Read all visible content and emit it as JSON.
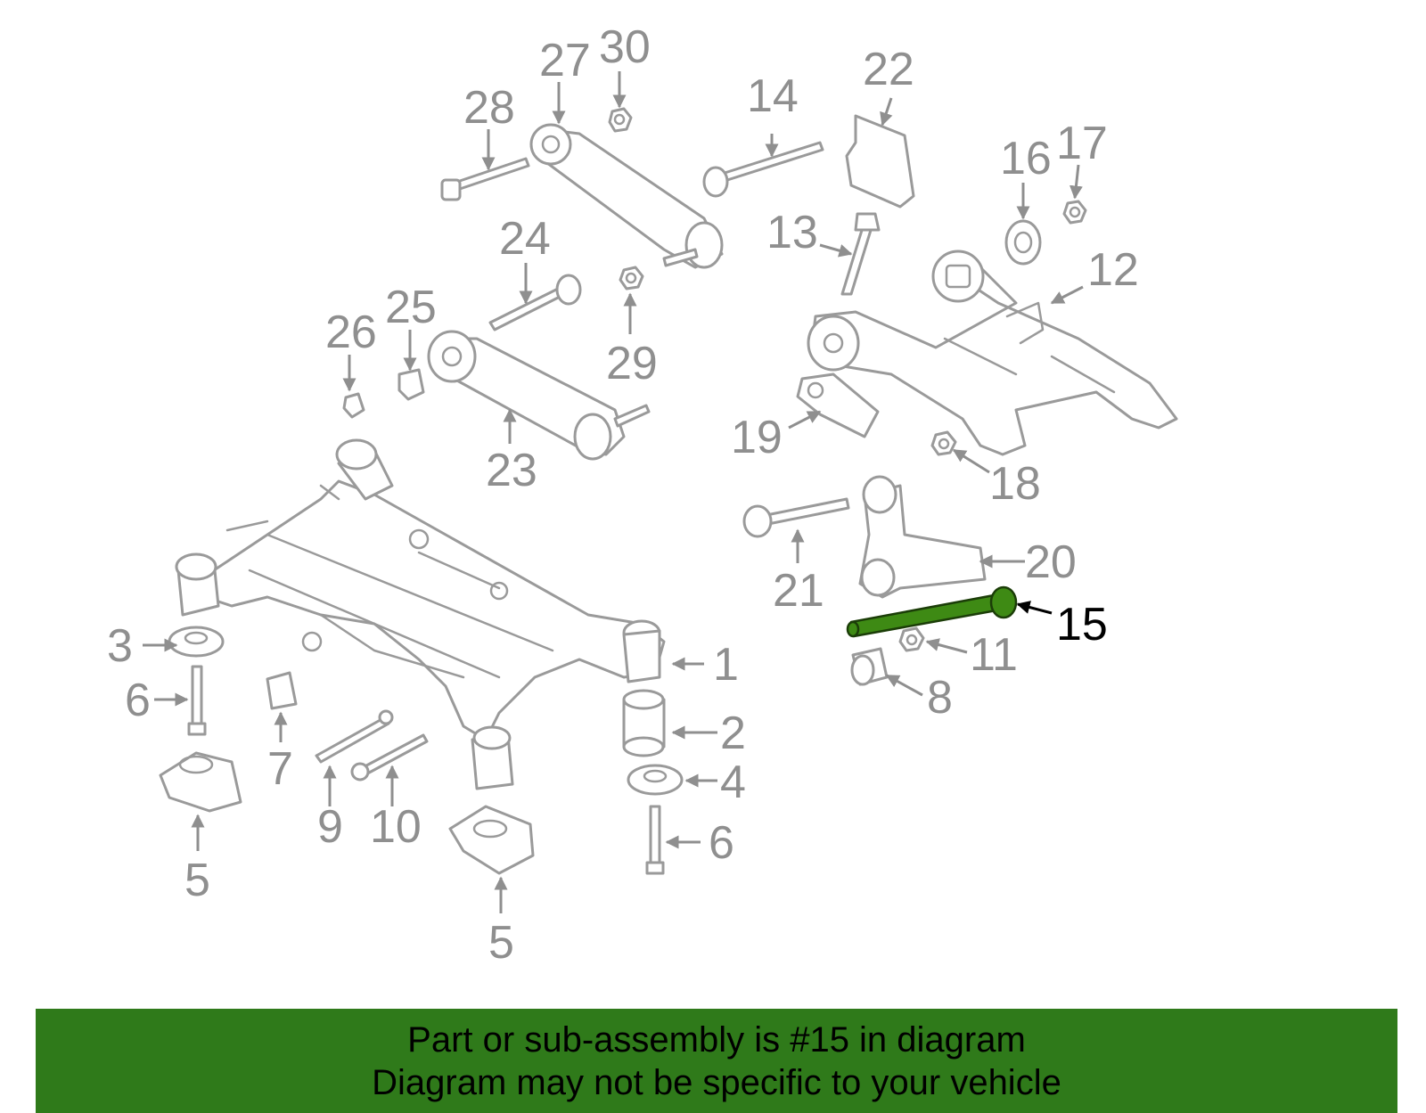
{
  "highlight_color": "#3e8a14",
  "footer_color": "#2f7a1a",
  "labels": {
    "p1": "1",
    "p2": "2",
    "p3": "3",
    "p4": "4",
    "p5a": "5",
    "p5b": "5",
    "p6a": "6",
    "p6b": "6",
    "p7": "7",
    "p8": "8",
    "p9": "9",
    "p10": "10",
    "p11": "11",
    "p12": "12",
    "p13": "13",
    "p14": "14",
    "p15": "15",
    "p16": "16",
    "p17": "17",
    "p18": "18",
    "p19": "19",
    "p20": "20",
    "p21": "21",
    "p22": "22",
    "p23": "23",
    "p24": "24",
    "p25": "25",
    "p26": "26",
    "p27": "27",
    "p28": "28",
    "p29": "29",
    "p30": "30"
  },
  "footer": {
    "line1": "Part or sub-assembly is #15 in diagram",
    "line2": "Diagram may not be specific to your vehicle"
  }
}
